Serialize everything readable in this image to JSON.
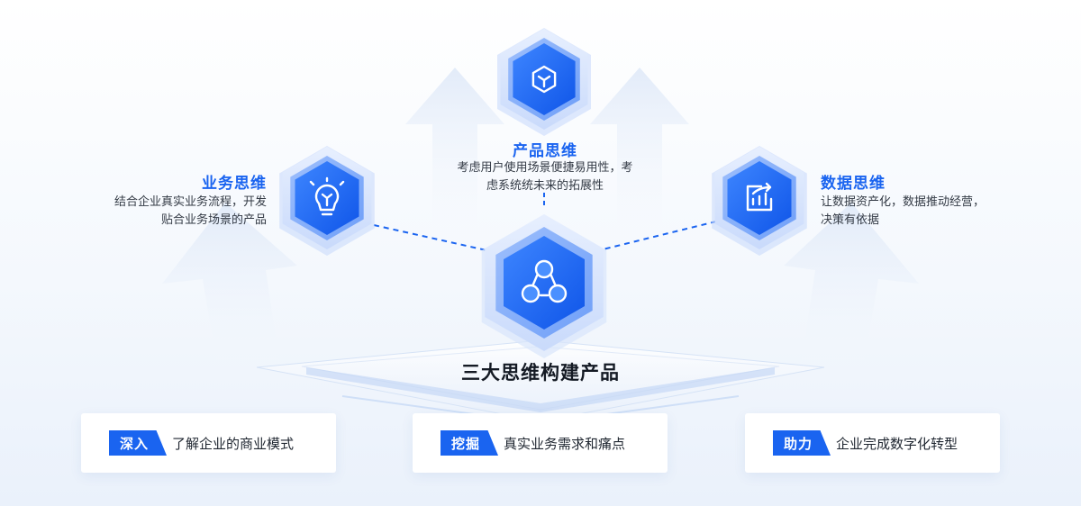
{
  "nodes": [
    {
      "id": "business",
      "title": "业务思维",
      "lines": [
        "结合企业真实业务流程，开发",
        "贴合业务场景的产品"
      ],
      "icon": "lightbulb-icon"
    },
    {
      "id": "product",
      "title": "产品思维",
      "lines": [
        "考虑用户使用场景便捷易用性，考",
        "虑系统统未来的拓展性"
      ],
      "icon": "cube-icon"
    },
    {
      "id": "data",
      "title": "数据思维",
      "lines": [
        "让数据资产化，数据推动经营，",
        "决策有依据"
      ],
      "icon": "chart-icon"
    }
  ],
  "core": {
    "title": "三大思维构建产品",
    "icon": "network-icon"
  },
  "cards": [
    {
      "tag": "深入",
      "text": "了解企业的商业模式"
    },
    {
      "tag": "挖掘",
      "text": "真实业务需求和痛点"
    },
    {
      "tag": "助力",
      "text": "企业完成数字化转型"
    }
  ],
  "colors": {
    "accent": "#1a64f0",
    "hex_light": "#dbe7fd",
    "arrow_light": "#e3ecf9"
  }
}
